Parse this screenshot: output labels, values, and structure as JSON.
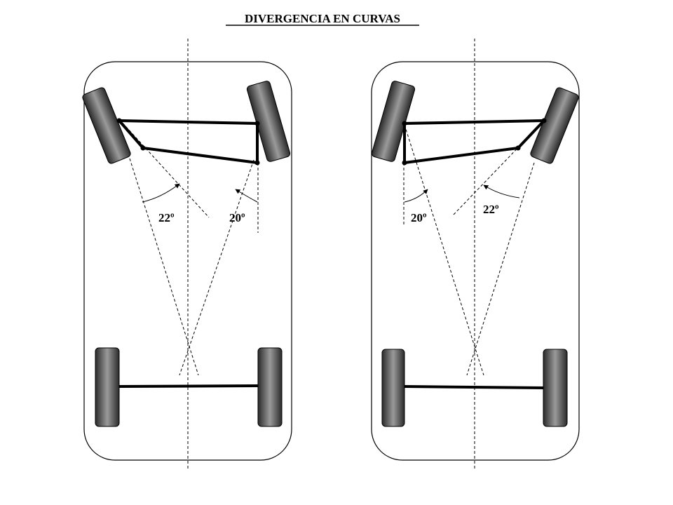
{
  "title": "DIVERGENCIA EN CURVAS",
  "left_diagram": {
    "angle_outer": "22º",
    "angle_inner": "20º"
  },
  "right_diagram": {
    "angle_inner": "20º",
    "angle_outer": "22º"
  },
  "colors": {
    "tire_dark": "#2a2a2a",
    "tire_light": "#9a9a9a",
    "line": "#000000",
    "background": "#ffffff"
  }
}
